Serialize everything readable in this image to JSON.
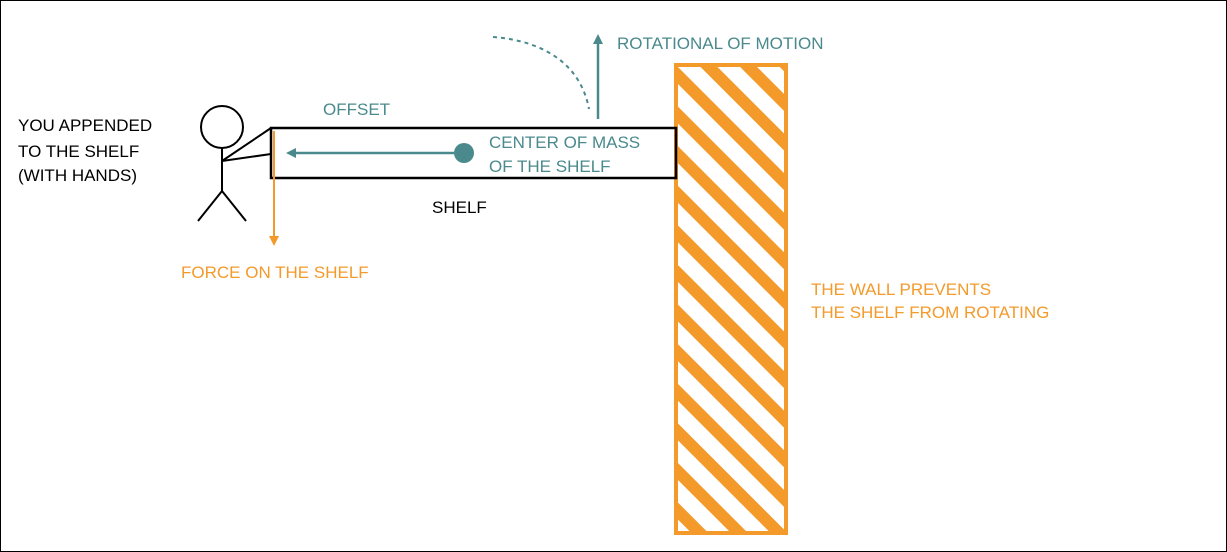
{
  "labels": {
    "person_line1": "YOU APPENDED",
    "person_line2": "TO THE SHELF",
    "person_line3": "(WITH HANDS)",
    "offset": "OFFSET",
    "center_line1": "CENTER OF MASS",
    "center_line2": "OF THE SHELF",
    "shelf": "SHELF",
    "force": "FORCE ON THE SHELF",
    "rotation": "ROTATIONAL OF MOTION",
    "wall_line1": "THE WALL PREVENTS",
    "wall_line2": "THE SHELF FROM ROTATING"
  },
  "colors": {
    "teal": "#4a8a8d",
    "orange": "#f39a2b",
    "black": "#000000"
  }
}
